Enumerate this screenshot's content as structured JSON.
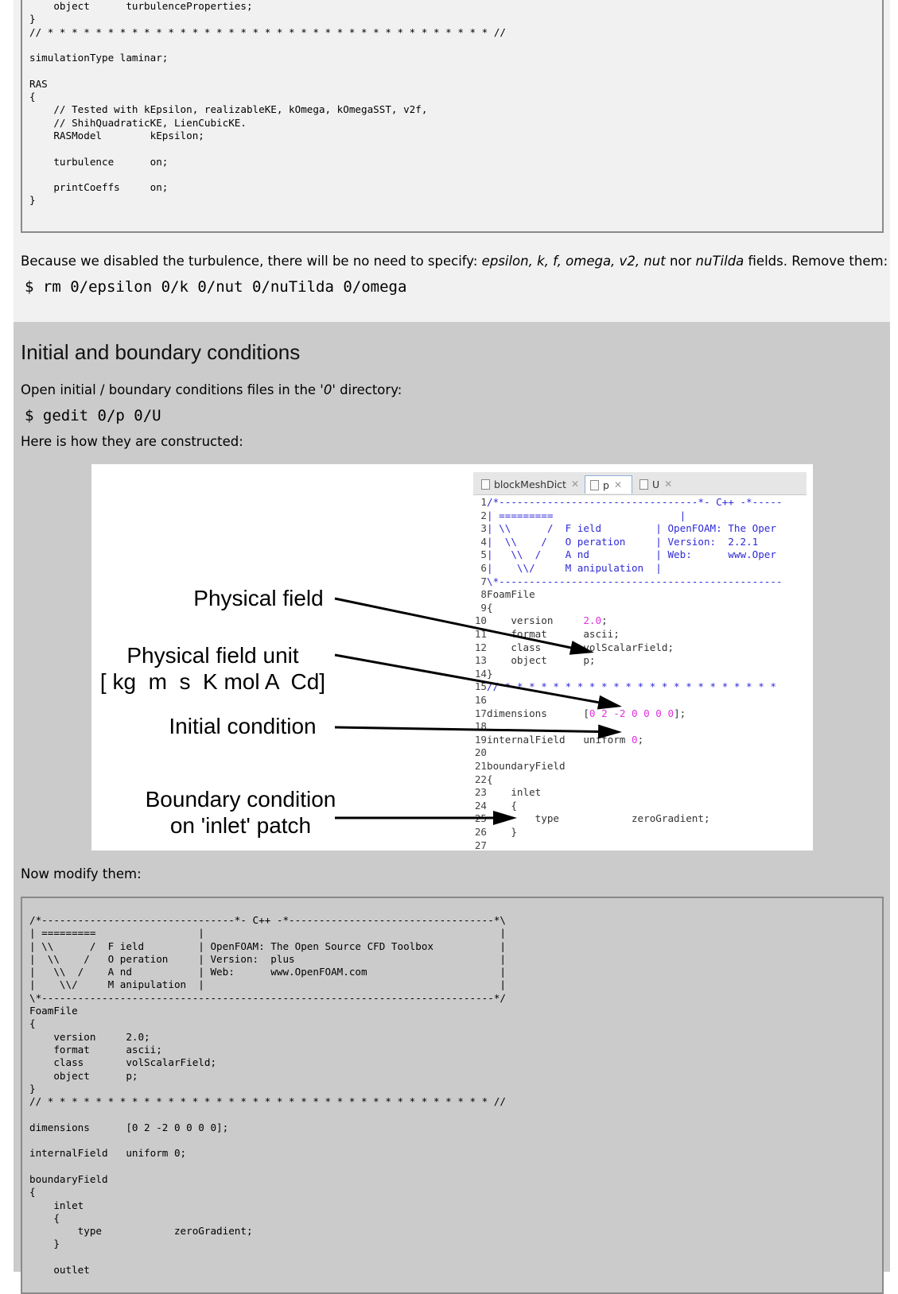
{
  "code_block_1": {
    "lines": [
      "    object      turbulenceProperties;",
      "}",
      "// * * * * * * * * * * * * * * * * * * * * * * * * * * * * * * * * * * * * * //",
      "",
      "simulationType laminar;",
      "",
      "RAS",
      "{",
      "    // Tested with kEpsilon, realizableKE, kOmega, kOmegaSST, v2f,",
      "    // ShihQuadraticKE, LienCubicKE.",
      "    RASModel        kEpsilon;",
      "",
      "    turbulence      on;",
      "",
      "    printCoeffs     on;",
      "}"
    ]
  },
  "paragraph_1": {
    "before": "Because we disabled the turbulence, there will be no need to specify: ",
    "fields": "epsilon, k, f, omega, v2, nut",
    "nor": " nor ",
    "nutilda": "nuTilda",
    "after": " fields. Remove them:"
  },
  "command_1": "$ rm 0/epsilon 0/k 0/nut 0/nuTilda 0/omega",
  "section_heading": "Initial and boundary conditions",
  "paragraph_2": {
    "before": "Open initial / boundary conditions files in the '",
    "dir": "0",
    "after": "' directory:"
  },
  "command_2": "$ gedit 0/p 0/U",
  "paragraph_3": "Here is how they are constructed:",
  "figure": {
    "labels": {
      "physical_field": "Physical field",
      "unit_line1": "Physical field unit",
      "unit_line2": "[ kg  m  s  K mol A  Cd]",
      "initial_condition": "Initial condition",
      "boundary_line1": "Boundary condition",
      "boundary_line2": "on 'inlet' patch"
    },
    "tabs": [
      "blockMeshDict",
      "p",
      "U"
    ],
    "editor_lines": [
      {
        "n": "1",
        "t": "/*---------------------------------*- C++ -*-----",
        "c": "blue"
      },
      {
        "n": "2",
        "t": "| =========                     |",
        "c": "blue"
      },
      {
        "n": "3",
        "t": "| \\\\      /  F ield         | OpenFOAM: The Oper",
        "c": "blue"
      },
      {
        "n": "4",
        "t": "|  \\\\    /   O peration     | Version:  2.2.1",
        "c": "blue"
      },
      {
        "n": "5",
        "t": "|   \\\\  /    A nd           | Web:      www.Oper",
        "c": "blue"
      },
      {
        "n": "6",
        "t": "|    \\\\/     M anipulation  |",
        "c": "blue"
      },
      {
        "n": "7",
        "t": "\\*-----------------------------------------------",
        "c": "blue"
      },
      {
        "n": "8",
        "t": "FoamFile",
        "c": "plain"
      },
      {
        "n": "9",
        "t": "{",
        "c": "plain"
      },
      {
        "n": "10",
        "t": "    version",
        "v": "2.0",
        "s": ";",
        "c": "plain"
      },
      {
        "n": "11",
        "t": "    format      ascii;",
        "c": "plain"
      },
      {
        "n": "12",
        "t": "    class       volScalarField;",
        "c": "plain"
      },
      {
        "n": "13",
        "t": "    object      p;",
        "c": "plain"
      },
      {
        "n": "14",
        "t": "}",
        "c": "plain"
      },
      {
        "n": "15",
        "t": "// * * * * * * * * * * * * * * * * * * * * * * *",
        "c": "blue"
      },
      {
        "n": "16",
        "t": "",
        "c": "plain"
      },
      {
        "n": "17",
        "t": "dimensions      [",
        "v": "0 2 -2 0 0 0 0",
        "s": "];",
        "c": "plain"
      },
      {
        "n": "18",
        "t": "",
        "c": "plain"
      },
      {
        "n": "19",
        "t": "internalField   uniform ",
        "v": "0",
        "s": ";",
        "c": "plain"
      },
      {
        "n": "20",
        "t": "",
        "c": "plain"
      },
      {
        "n": "21",
        "t": "boundaryField",
        "c": "plain"
      },
      {
        "n": "22",
        "t": "{",
        "c": "plain"
      },
      {
        "n": "23",
        "t": "    inlet",
        "c": "plain"
      },
      {
        "n": "24",
        "t": "    {",
        "c": "plain"
      },
      {
        "n": "25",
        "t": "        type            zeroGradient;",
        "c": "plain"
      },
      {
        "n": "26",
        "t": "    }",
        "c": "plain"
      },
      {
        "n": "27",
        "t": "",
        "c": "plain"
      }
    ]
  },
  "paragraph_4": "Now modify them:",
  "code_block_2": {
    "lines": [
      "/*--------------------------------*- C++ -*----------------------------------*\\",
      "| =========                 |                                                 |",
      "| \\\\      /  F ield         | OpenFOAM: The Open Source CFD Toolbox           |",
      "|  \\\\    /   O peration     | Version:  plus                                  |",
      "|   \\\\  /    A nd           | Web:      www.OpenFOAM.com                      |",
      "|    \\\\/     M anipulation  |                                                 |",
      "\\*---------------------------------------------------------------------------*/",
      "FoamFile",
      "{",
      "    version     2.0;",
      "    format      ascii;",
      "    class       volScalarField;",
      "    object      p;",
      "}",
      "// * * * * * * * * * * * * * * * * * * * * * * * * * * * * * * * * * * * * * //",
      "",
      "dimensions      [0 2 -2 0 0 0 0];",
      "",
      "internalField   uniform 0;",
      "",
      "boundaryField",
      "{",
      "    inlet",
      "    {",
      "        type            zeroGradient;",
      "    }",
      "",
      "    outlet"
    ]
  }
}
